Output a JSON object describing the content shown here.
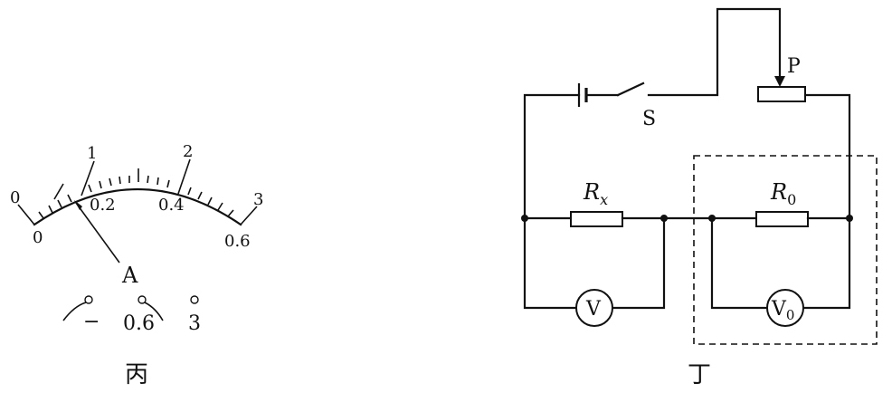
{
  "ammeter": {
    "scale_top_labels": [
      "0",
      "1",
      "2",
      "3"
    ],
    "scale_bottom_labels": [
      "0",
      "0.2",
      "0.4",
      "0.6"
    ],
    "symbol": "A",
    "terminals": [
      "−",
      "0.6",
      "3"
    ],
    "caption": "丙"
  },
  "circuit": {
    "switch_label": "S",
    "slider_label": "P",
    "rx_label": "R",
    "rx_sub": "x",
    "r0_label": "R",
    "r0_sub": "0",
    "voltmeter_label": "V",
    "voltmeter0_label": "V",
    "voltmeter0_sub": "0",
    "caption": "丁"
  }
}
